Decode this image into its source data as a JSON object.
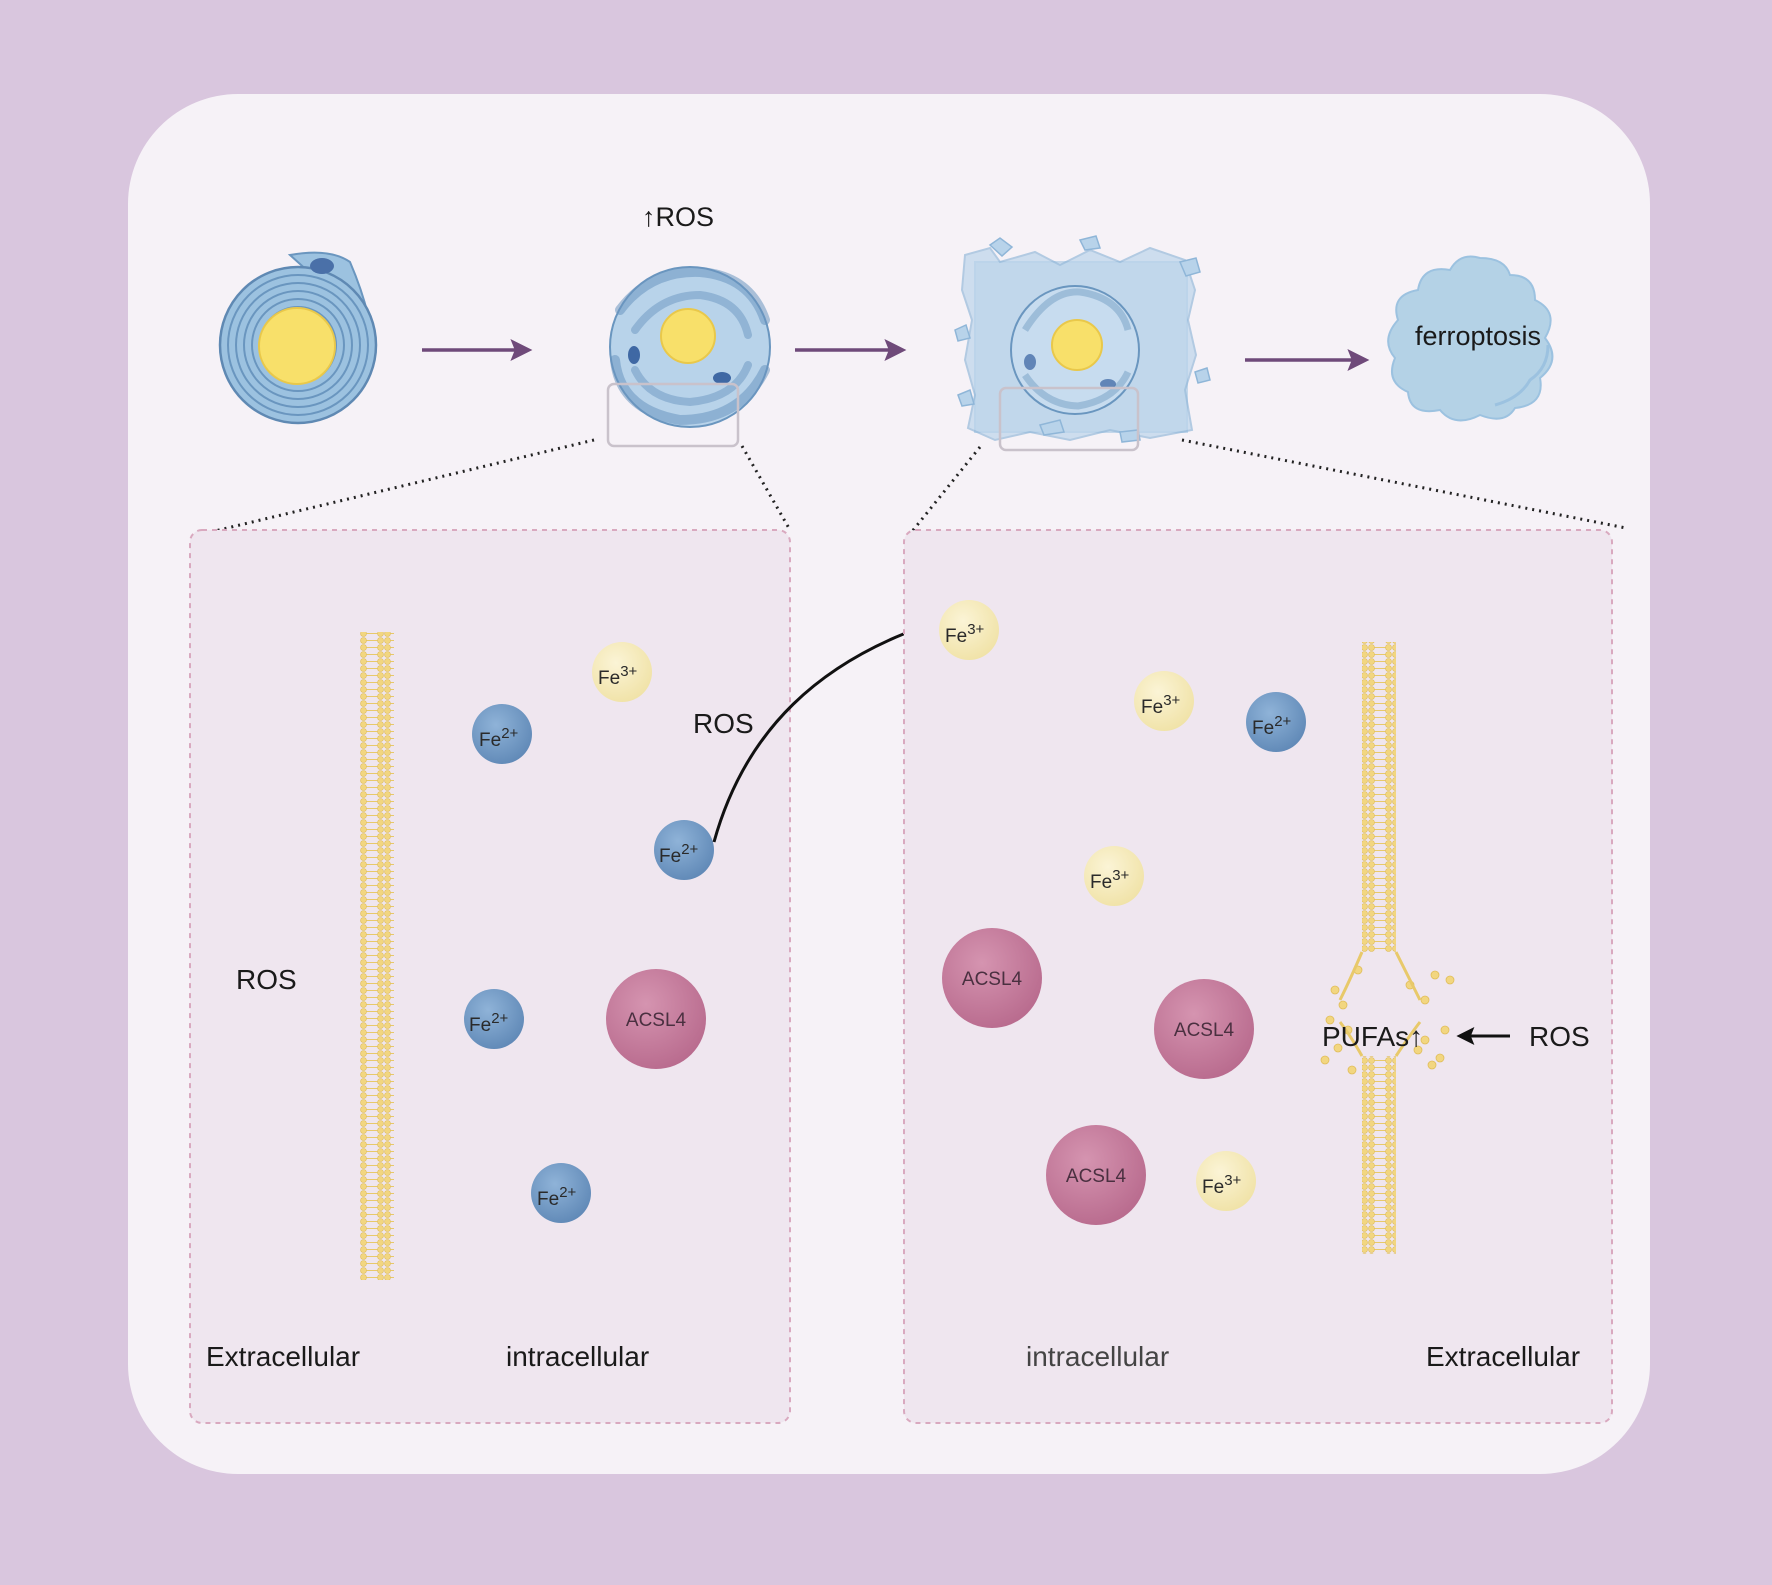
{
  "labels": {
    "ros_up": "↑ROS",
    "ferroptosis": "ferroptosis",
    "ros": "ROS",
    "extracellular": "Extracellular",
    "intracellular": "intracellular",
    "pufas": "PUFAs↑",
    "acsl4": "ACSL4",
    "fe_base": "Fe",
    "fe2_charge": "2+",
    "fe3_charge": "3+"
  },
  "colors": {
    "outer_frame": "#d9c6de",
    "card": "#f6f2f7",
    "panel": "#efe6ef",
    "panel_border": "#d9a9bf",
    "arrow_purple": "#6f4a7a",
    "fe2": "#6f96c2",
    "fe3": "#f6ecbf",
    "acsl4": "#c87c9e",
    "membrane": "#f0d27a",
    "cell_blue": "#9cc2e0",
    "nucleus": "#f8e06a"
  }
}
